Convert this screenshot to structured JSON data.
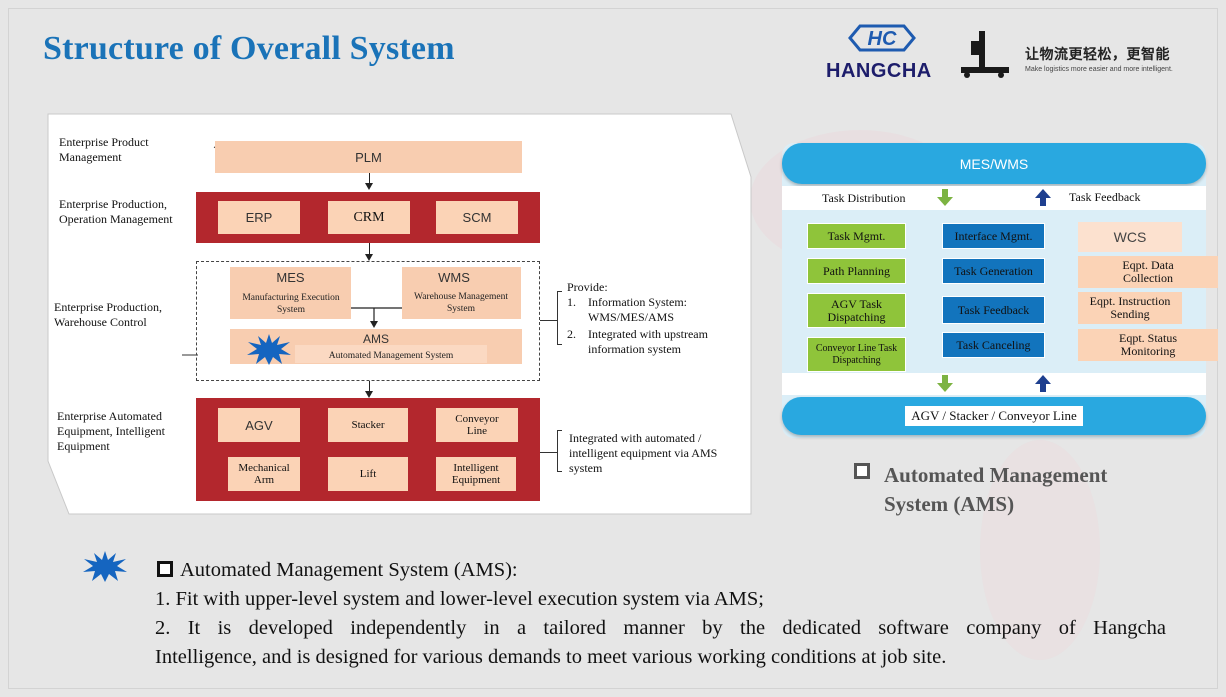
{
  "title": "Structure of Overall System",
  "logo": {
    "brand": "HANGCHA",
    "slogan": "让物流更轻松，更智能",
    "sub": "Make logistics more easier and more intelligent."
  },
  "left_diagram": {
    "layer_labels": {
      "plm": "Enterprise Product Management",
      "erp": "Enterprise Production, Operation Management",
      "control": "Enterprise Production, Warehouse Control",
      "equipment": "Enterprise Automated Equipment, Intelligent Equipment"
    },
    "plm": "PLM",
    "erp_row": [
      "ERP",
      "CRM",
      "SCM"
    ],
    "mes": {
      "title": "MES",
      "sub": "Manufacturing Execution System"
    },
    "wms": {
      "title": "WMS",
      "sub": "Warehouse Management System"
    },
    "ams": {
      "title": "AMS",
      "sub": "Automated  Management System"
    },
    "equip_row1": [
      "AGV",
      "Stacker",
      "Conveyor Line"
    ],
    "equip_row2": [
      "Mechanical Arm",
      "Lift",
      "Intelligent Equipment"
    ],
    "note_provide": {
      "head": "Provide:",
      "item1_num": "1.",
      "item1": "Information System: WMS/MES/AMS",
      "item2_num": "2.",
      "item2": "Integrated with upstream information system"
    },
    "note_integrated": "Integrated with automated / intelligent equipment via AMS system"
  },
  "right_diagram": {
    "top": "MES/WMS",
    "task_distribution": "Task Distribution",
    "task_feedback": "Task Feedback",
    "green": [
      "Task Mgmt.",
      "Path Planning",
      "AGV Task Dispatching",
      "Conveyor Line Task  Dispatching"
    ],
    "blue": [
      "Interface Mgmt.",
      "Task Generation",
      "Task Feedback",
      "Task Canceling"
    ],
    "wcs": "WCS",
    "orange": [
      "Eqpt. Data Collection",
      "Eqpt. Instruction Sending",
      "Eqpt. Status Monitoring"
    ],
    "bottom": "AGV / Stacker / Conveyor Line",
    "caption": "Automated Management System (AMS)"
  },
  "body": {
    "heading": "Automated Management System (AMS):",
    "line1": "1. Fit with upper-level system and lower-level execution system via AMS;",
    "line2": "2. It is developed independently in a tailored manner by the dedicated software company of Hangcha",
    "line3": "Intelligence, and is designed for various demands to meet various working conditions at job site."
  },
  "colors": {
    "title_blue": "#1a73b8",
    "band_red": "#b3272d",
    "peach": "#f8cdb0",
    "pill_blue": "#29a8e0",
    "green": "#8fc43a",
    "dark_blue": "#1274bd",
    "starburst": "#1565c0"
  }
}
